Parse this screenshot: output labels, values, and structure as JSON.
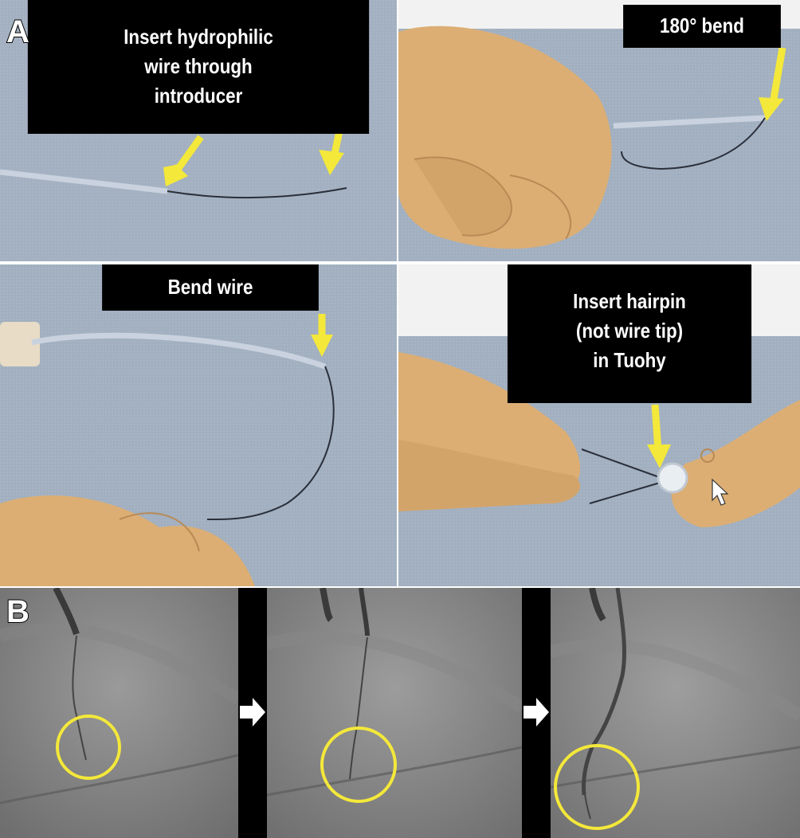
{
  "figure": {
    "panel_a_label": "A",
    "panel_b_label": "B",
    "steps": [
      {
        "caption": "Insert hydrophilic\nwire through\nintroducer"
      },
      {
        "caption": "180° bend"
      },
      {
        "caption": "Bend wire"
      },
      {
        "caption": "Insert hairpin\n(not wire tip)\nin Tuohy"
      }
    ],
    "colors": {
      "annotation_yellow": "#f4e83a",
      "drape_blue": "#98a6b8",
      "glove_tan": "#dcae74",
      "fluoro_gray": "#8c8c8c"
    },
    "icons": [
      "arrow-icon",
      "circle-marker-icon",
      "right-arrow-icon",
      "cursor-icon"
    ]
  }
}
